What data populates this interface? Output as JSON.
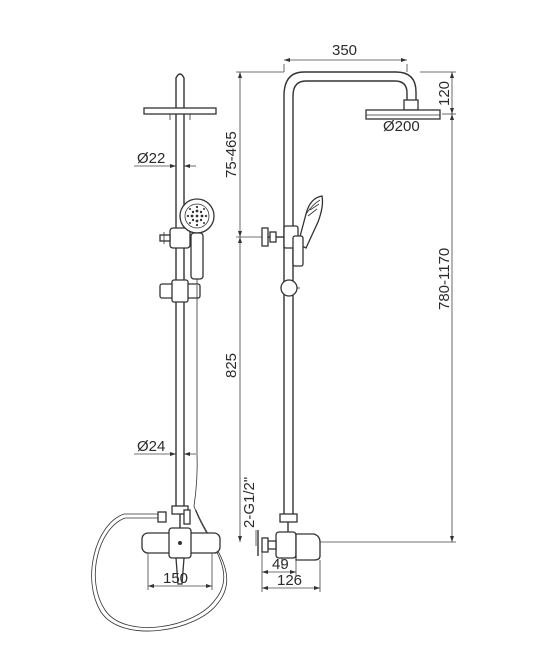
{
  "labels": {
    "width_350": "350",
    "head_height_120": "120",
    "head_diameter_200": "Ø200",
    "adjust_75_465": "75-465",
    "pipe_22": "Ø22",
    "pipe_24": "Ø24",
    "length_825": "825",
    "length_780_1170": "780-1170",
    "thread_2g12": "2-G1/2\"",
    "spout_49": "49",
    "mixer_150": "150",
    "mixer_126": "126"
  },
  "colors": {
    "line": "#333333",
    "background": "#ffffff"
  }
}
